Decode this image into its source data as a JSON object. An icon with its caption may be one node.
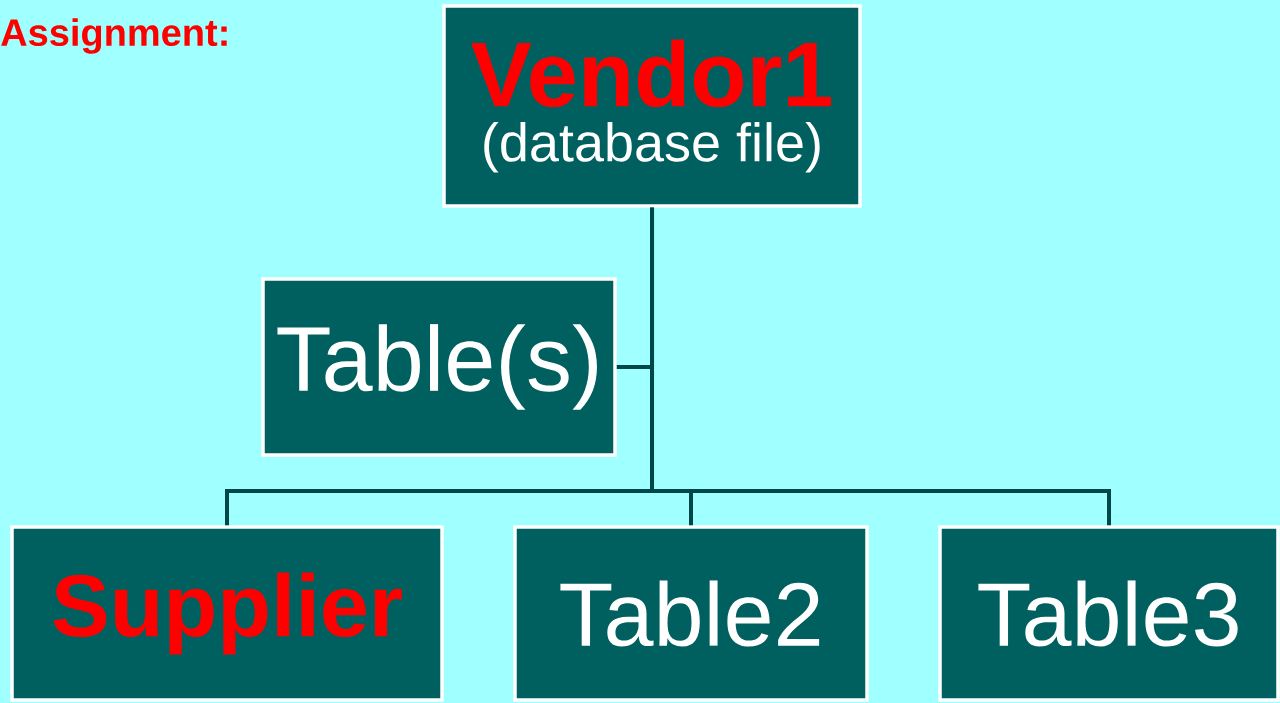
{
  "diagram": {
    "nodes": [
      {
        "text": [
          "Vendor1",
          "(database file)"
        ]
      },
      {
        "text": [
          "Table(s)"
        ]
      },
      {
        "text": [
          "Supplier"
        ]
      },
      {
        "text": [
          "Table2"
        ]
      },
      {
        "text": [
          "Table3"
        ]
      }
    ],
    "edges": [
      {
        "from": 0,
        "to": 1,
        "arrow": "none"
      },
      {
        "from": 0,
        "to": 2,
        "arrow": "none"
      },
      {
        "from": 0,
        "to": 3,
        "arrow": "none"
      },
      {
        "from": 0,
        "to": 4,
        "arrow": "none"
      }
    ],
    "labels": [
      "Assignment:"
    ]
  }
}
